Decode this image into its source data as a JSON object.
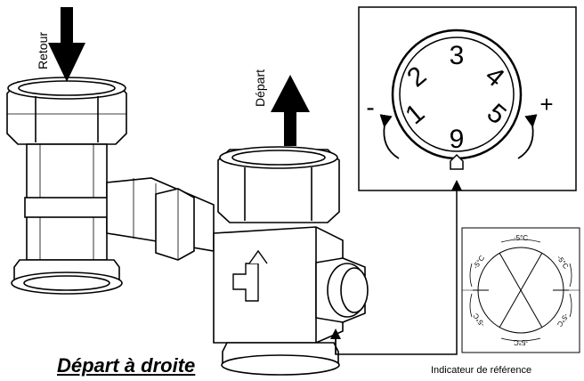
{
  "labels": {
    "retour": "Retour",
    "depart": "Départ",
    "depart_droite": "Départ à droite",
    "indicateur": "Indicateur de référence"
  },
  "dial": {
    "numbers": [
      "3",
      "2",
      "4",
      "1",
      "5",
      "9"
    ],
    "minus": "-",
    "plus": "+"
  },
  "reference_indicator": {
    "marks": [
      "-5°C",
      "-5°C",
      "-5°C",
      "-5°C",
      "-5°C",
      "-5°C"
    ]
  }
}
